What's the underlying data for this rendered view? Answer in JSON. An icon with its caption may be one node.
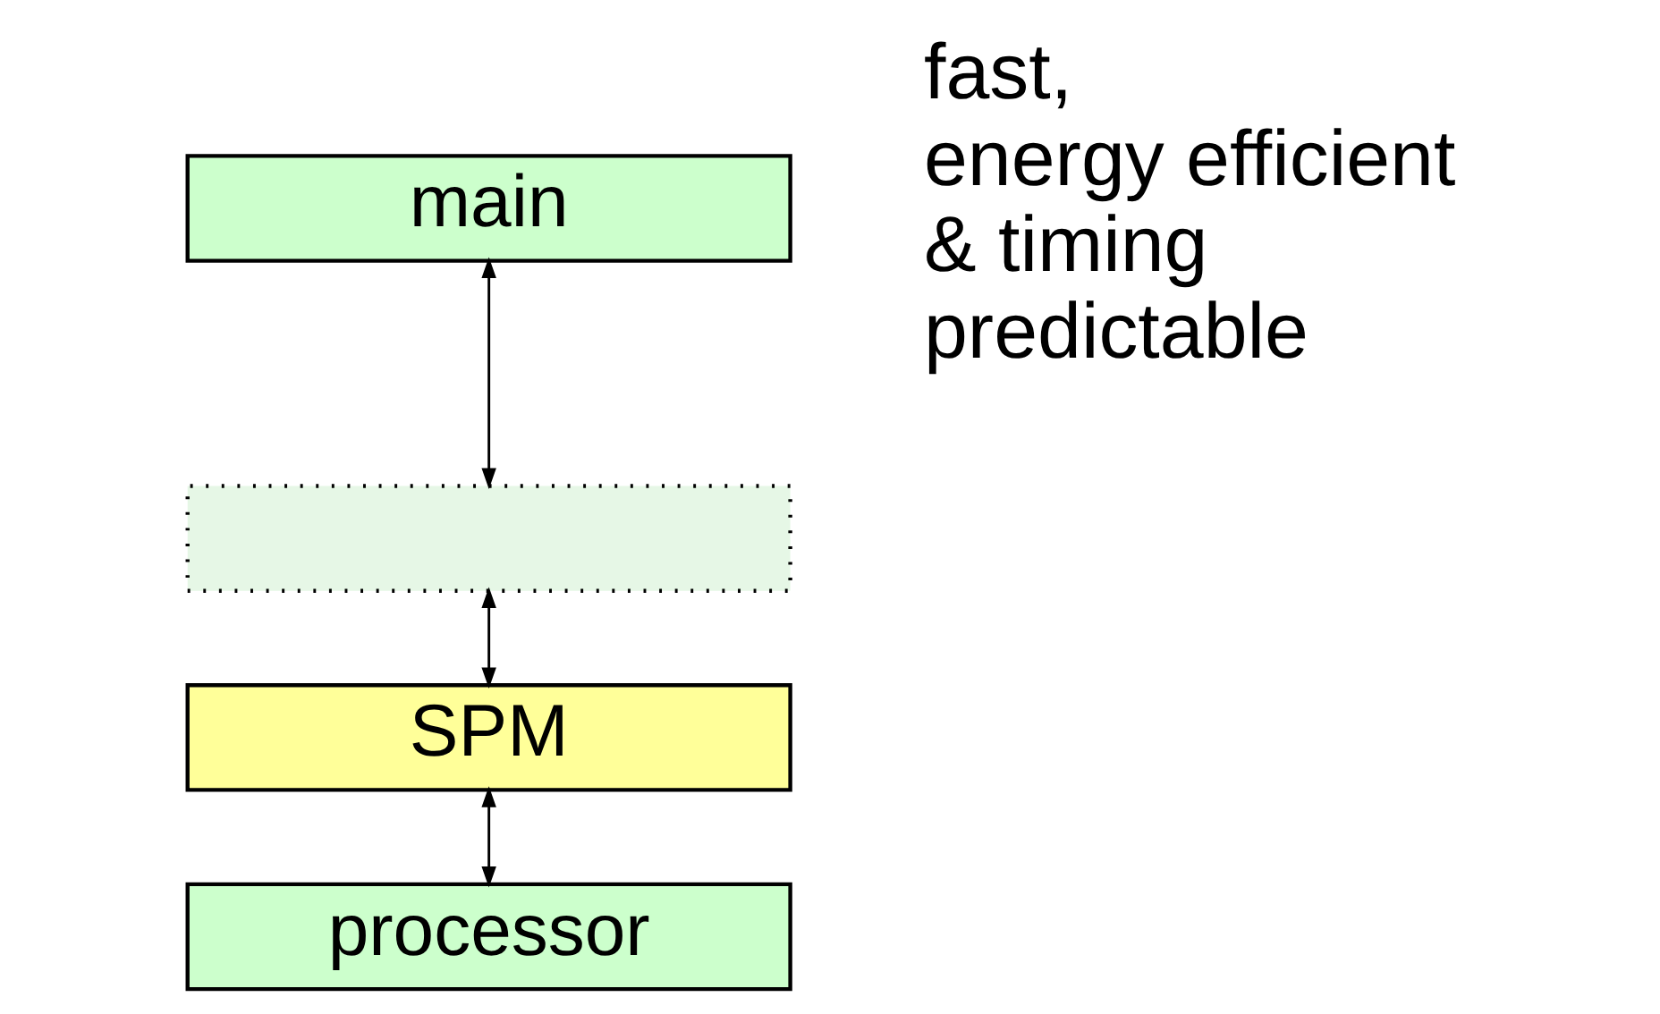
{
  "diagram": {
    "nodes": [
      {
        "text": [
          "main"
        ]
      },
      {
        "text": [],
        "shape": "box"
      },
      {
        "text": [
          "SPM"
        ]
      },
      {
        "text": [
          "processor"
        ]
      }
    ],
    "edges": [
      {
        "from": 0,
        "to": 1,
        "arrow": "both"
      },
      {
        "from": 1,
        "to": 2,
        "arrow": "both"
      },
      {
        "from": 2,
        "to": 3,
        "arrow": "both"
      }
    ],
    "labels": [
      "fast, energy efficient & timing predictable"
    ]
  }
}
